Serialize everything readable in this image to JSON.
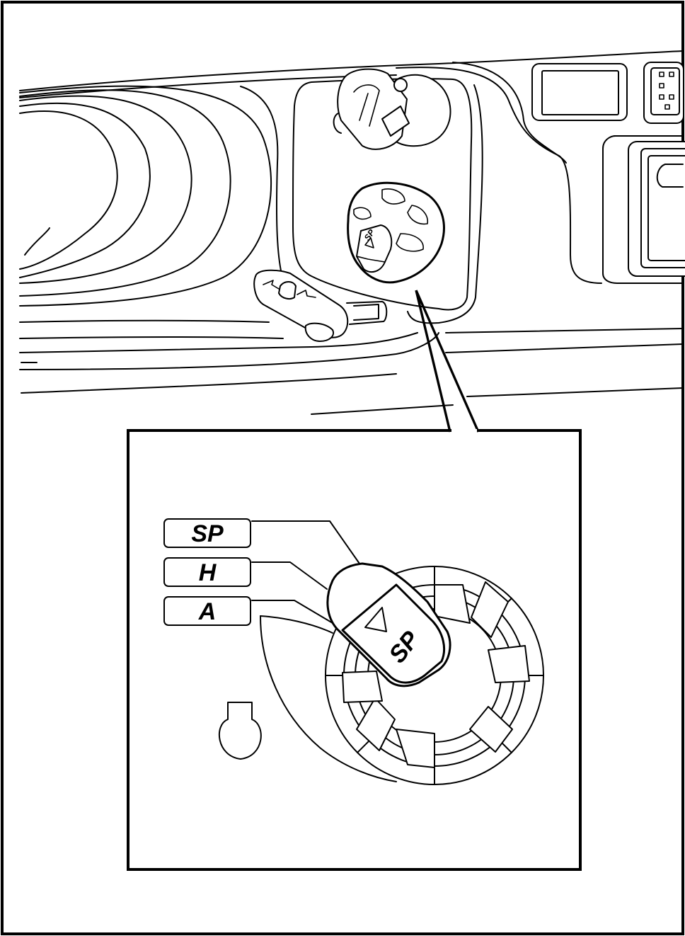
{
  "labels": {
    "sp": "SP",
    "h": "H",
    "a": "A"
  },
  "knob": {
    "mark": "SP",
    "small_mark": "SP"
  },
  "colors": {
    "line": "#000000",
    "background": "#ffffff"
  }
}
